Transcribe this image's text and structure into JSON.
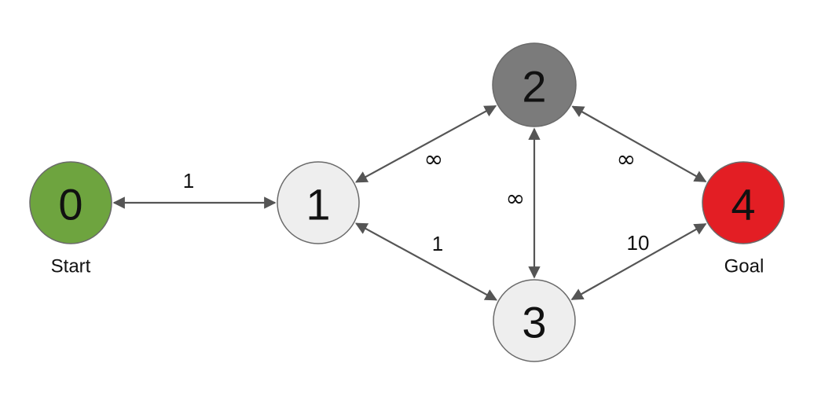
{
  "nodes": [
    {
      "id": "0",
      "label": "0",
      "color": "#6ea43f"
    },
    {
      "id": "1",
      "label": "1",
      "color": "#eeeeee"
    },
    {
      "id": "2",
      "label": "2",
      "color": "#7b7b7b"
    },
    {
      "id": "3",
      "label": "3",
      "color": "#eeeeee"
    },
    {
      "id": "4",
      "label": "4",
      "color": "#e31e24"
    }
  ],
  "edges": [
    {
      "from": "0",
      "to": "1",
      "weight": "1"
    },
    {
      "from": "1",
      "to": "2",
      "weight": "∞"
    },
    {
      "from": "1",
      "to": "3",
      "weight": "1"
    },
    {
      "from": "2",
      "to": "3",
      "weight": "∞"
    },
    {
      "from": "2",
      "to": "4",
      "weight": "∞"
    },
    {
      "from": "3",
      "to": "4",
      "weight": "10"
    }
  ],
  "captions": {
    "start": "Start",
    "goal": "Goal"
  },
  "colors": {
    "edge": "#555555",
    "node_border": "#6a6a6a",
    "text": "#111111"
  }
}
